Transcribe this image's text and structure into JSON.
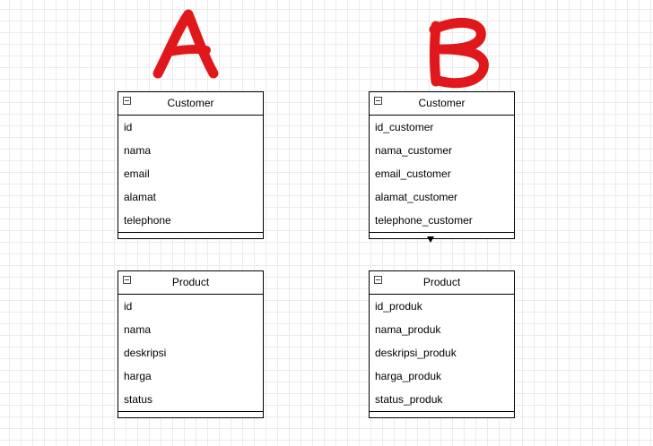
{
  "labels": {
    "left": "A",
    "right": "B"
  },
  "accent_color": "#e0181c",
  "icons": {
    "collapse": "collapse-minus-icon",
    "connector": "arrow-down-icon"
  },
  "entities": {
    "a_customer": {
      "title": "Customer",
      "attributes": [
        "id",
        "nama",
        "email",
        "alamat",
        "telephone"
      ]
    },
    "a_product": {
      "title": "Product",
      "attributes": [
        "id",
        "nama",
        "deskripsi",
        "harga",
        "status"
      ]
    },
    "b_customer": {
      "title": "Customer",
      "attributes": [
        "id_customer",
        "nama_customer",
        "email_customer",
        "alamat_customer",
        "telephone_customer"
      ]
    },
    "b_product": {
      "title": "Product",
      "attributes": [
        "id_produk",
        "nama_produk",
        "deskripsi_produk",
        "harga_produk",
        "status_produk"
      ]
    }
  }
}
